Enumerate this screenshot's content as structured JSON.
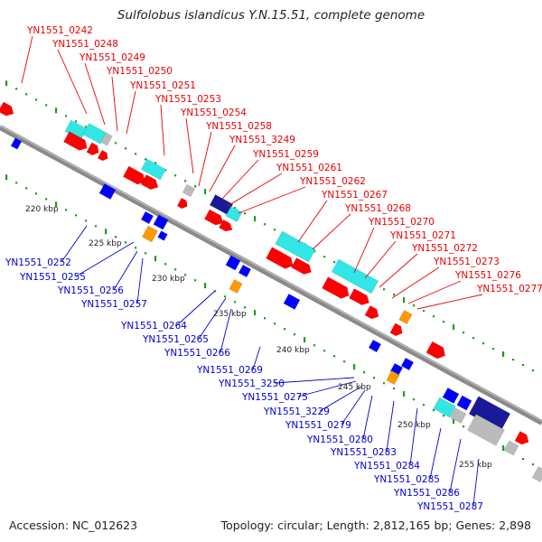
{
  "title": "Sulfolobus islandicus Y.N.15.51, complete genome",
  "accession": "Accession: NC_012623",
  "summary": "Topology: circular; Length: 2,812,165 bp; Genes: 2,898",
  "colors": {
    "backbone": "#8a8a8a",
    "forward_label": "#e60000",
    "reverse_label": "#0000cc",
    "tick_dots": "#1a9e1a",
    "red_feature": "#ff0000",
    "cyan_feature": "#33e6e6",
    "blue_feature": "#0000ff",
    "navy_feature": "#1a1a99",
    "orange_feature": "#ff9900",
    "gray_feature": "#bbbbbb"
  },
  "scale_labels": [
    "220 kbp",
    "225 kbp",
    "230 kbp",
    "235 kbp",
    "240 kbp",
    "245 kbp",
    "250 kbp",
    "255 kbp"
  ],
  "forward_genes": [
    "YN1551_0242",
    "YN1551_0248",
    "YN1551_0249",
    "YN1551_0250",
    "YN1551_0251",
    "YN1551_0253",
    "YN1551_0254",
    "YN1551_0258",
    "YN1551_3249",
    "YN1551_0259",
    "YN1551_0261",
    "YN1551_0262",
    "YN1551_0267",
    "YN1551_0268",
    "YN1551_0270",
    "YN1551_0271",
    "YN1551_0272",
    "YN1551_0273",
    "YN1551_0276",
    "YN1551_0277"
  ],
  "reverse_genes": [
    "YN1551_0252",
    "YN1551_0255",
    "YN1551_0256",
    "YN1551_0257",
    "YN1551_0264",
    "YN1551_0265",
    "YN1551_0266",
    "YN1551_0269",
    "YN1551_3250",
    "YN1551_0275",
    "YN1551_3229",
    "YN1551_0279",
    "YN1551_0280",
    "YN1551_0283",
    "YN1551_0284",
    "YN1551_0285",
    "YN1551_0286",
    "YN1551_0287"
  ]
}
